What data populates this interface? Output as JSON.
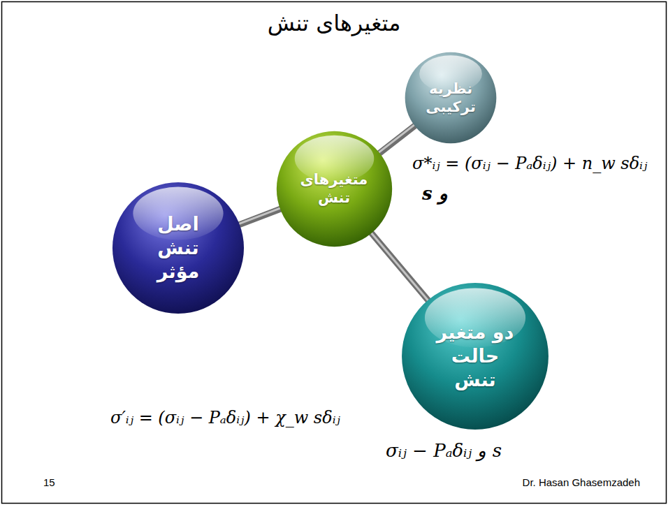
{
  "diagram": {
    "title": "متغیرهای تنش",
    "nodes": [
      {
        "text": [
          "متغیرهای تنش"
        ]
      },
      {
        "text": [
          "نظریه ترکیبی"
        ]
      },
      {
        "text": [
          "اصل تنش مؤثر"
        ]
      },
      {
        "text": [
          "دو متغیر حالت تنش"
        ]
      }
    ],
    "edges": [
      {
        "from": 0,
        "to": 1,
        "arrow": "none"
      },
      {
        "from": 0,
        "to": 2,
        "arrow": "none"
      },
      {
        "from": 0,
        "to": 3,
        "arrow": "none"
      }
    ],
    "labels": [
      "σ*ᵢⱼ = (σᵢⱼ − Pₐδᵢⱼ) + n_w sδᵢⱼ",
      "s و",
      "σ′ᵢⱼ = (σᵢⱼ − Pₐδᵢⱼ) + χ_w sδᵢⱼ",
      "σᵢⱼ − Pₐδᵢⱼ و s",
      "15",
      "Dr. Hasan Ghasemzadeh"
    ]
  }
}
